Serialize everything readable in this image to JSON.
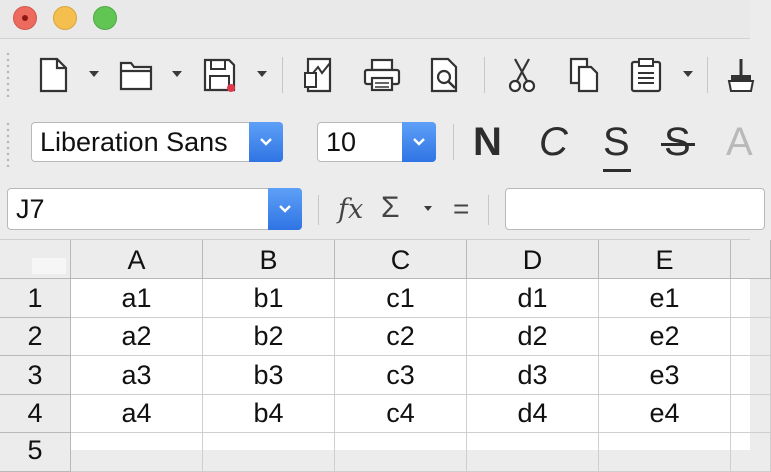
{
  "window": {
    "controls": [
      "close",
      "minimize",
      "zoom"
    ]
  },
  "toolbar": {
    "standard_icons": [
      "new-document-icon",
      "open-folder-icon",
      "save-icon",
      "export-pdf-icon",
      "print-icon",
      "print-preview-icon",
      "cut-icon",
      "copy-icon",
      "paste-icon",
      "clone-formatting-icon"
    ]
  },
  "formatting": {
    "font_name": "Liberation Sans",
    "font_size": "10",
    "bold_label": "N",
    "italic_label": "C",
    "underline_label": "S",
    "strikethrough_label": "S",
    "next_label": "A"
  },
  "formula_bar": {
    "name_box": "J7",
    "function_wizard_label": "fx",
    "sum_label": "Σ",
    "formula_label": "=",
    "input_value": ""
  },
  "sheet": {
    "columns": [
      "A",
      "B",
      "C",
      "D",
      "E"
    ],
    "rows": [
      {
        "header": "1",
        "cells": [
          "a1",
          "b1",
          "c1",
          "d1",
          "e1"
        ]
      },
      {
        "header": "2",
        "cells": [
          "a2",
          "b2",
          "c2",
          "d2",
          "e2"
        ]
      },
      {
        "header": "3",
        "cells": [
          "a3",
          "b3",
          "c3",
          "d3",
          "e3"
        ]
      },
      {
        "header": "4",
        "cells": [
          "a4",
          "b4",
          "c4",
          "d4",
          "e4"
        ]
      },
      {
        "header": "5",
        "cells": [
          "",
          "",
          "",
          "",
          ""
        ]
      }
    ]
  },
  "colors": {
    "accent": "#3b82f0",
    "header_bg": "#ececec",
    "gridline": "#cfcfcf"
  }
}
